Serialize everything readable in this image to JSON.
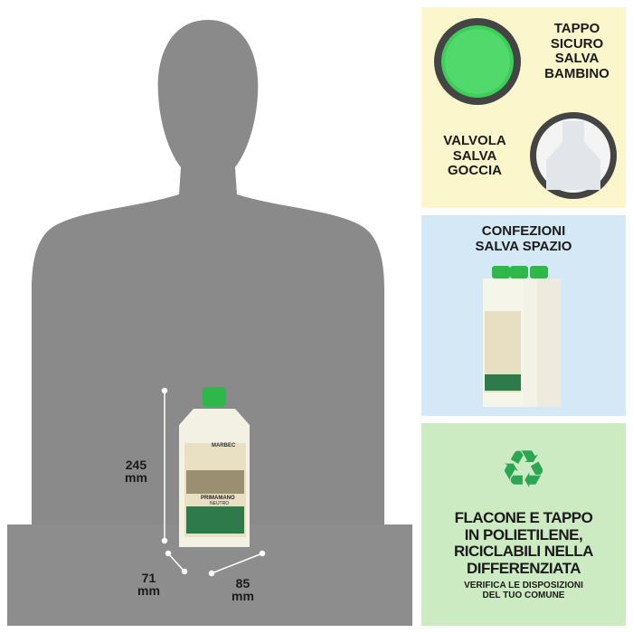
{
  "dimensions": {
    "height_value": "245",
    "height_unit": "mm",
    "depth_value": "71",
    "depth_unit": "mm",
    "width_value": "85",
    "width_unit": "mm"
  },
  "bottle": {
    "brand": "MARBEC",
    "product": "PRIMAMANO",
    "variant": "NEUTRO",
    "cap_color": "#2fb84a"
  },
  "panel_cap": {
    "title_lines": [
      "TAPPO",
      "SICURO",
      "SALVA",
      "BAMBINO"
    ],
    "bg": "#fbf6cb"
  },
  "panel_valve": {
    "title_lines": [
      "VALVOLA",
      "SALVA",
      "GOCCIA"
    ]
  },
  "panel_pack": {
    "title_lines": [
      "CONFEZIONI",
      "SALVA SPAZIO"
    ],
    "bg": "#d5e8f6"
  },
  "panel_recycle": {
    "title_lines": [
      "FLACONE E TAPPO",
      "IN POLIETILENE,",
      "RICICLABILI NELLA",
      "DIFFERENZIATA"
    ],
    "note_lines": [
      "VERIFICA LE DISPOSIZIONI",
      "DEL TUO COMUNE"
    ],
    "bg": "#cdebc2",
    "icon": "recycle-icon",
    "icon_color": "#2aa655"
  },
  "colors": {
    "silhouette": "#8a8a8a",
    "table": "#8d8d8d"
  }
}
